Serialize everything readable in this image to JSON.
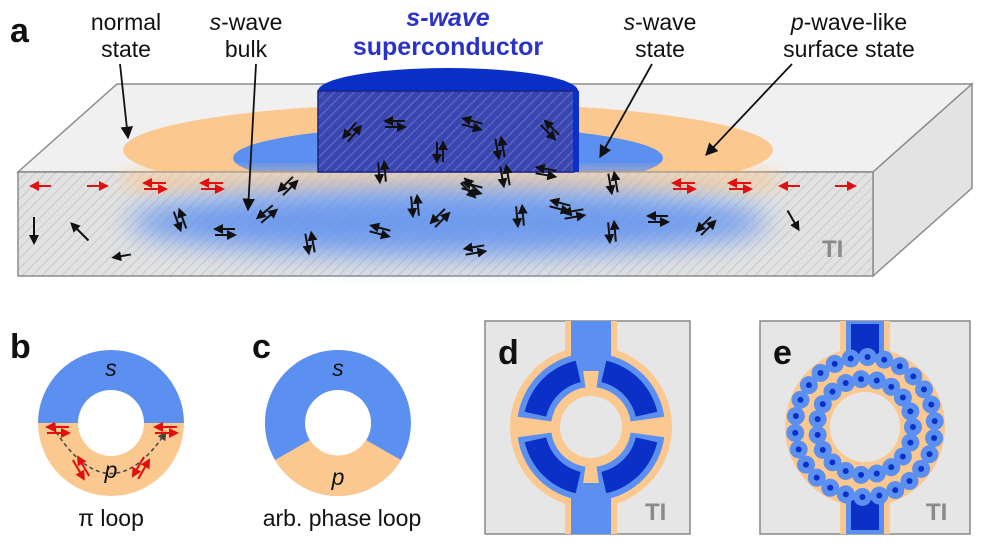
{
  "panel_a": {
    "letter": "a",
    "title_line1": "s-wave",
    "title_line2": "superconductor",
    "label_normal_1": "normal",
    "label_normal_2": "state",
    "label_bulk_1_em": "s",
    "label_bulk_1_rest": "-wave",
    "label_bulk_2": "bulk",
    "label_state_1_em": "s",
    "label_state_1_rest": "-wave",
    "label_state_2": "state",
    "label_pwave_1_em": "p",
    "label_pwave_1_rest": "-wave-like",
    "label_pwave_2": "surface state",
    "ti": "TI"
  },
  "panel_b": {
    "letter": "b",
    "s": "s",
    "p": "p",
    "caption": "π loop"
  },
  "panel_c": {
    "letter": "c",
    "s": "s",
    "p": "p",
    "caption": "arb. phase loop"
  },
  "panel_d": {
    "letter": "d",
    "ti": "TI"
  },
  "panel_e": {
    "letter": "e",
    "ti": "TI"
  },
  "colors": {
    "blue_light": "#5b8ff0",
    "blue_dark": "#0a30c8",
    "orange": "#fbc88f",
    "gray_slab": "#e6e6e6",
    "arrow_red": "#e01010"
  }
}
